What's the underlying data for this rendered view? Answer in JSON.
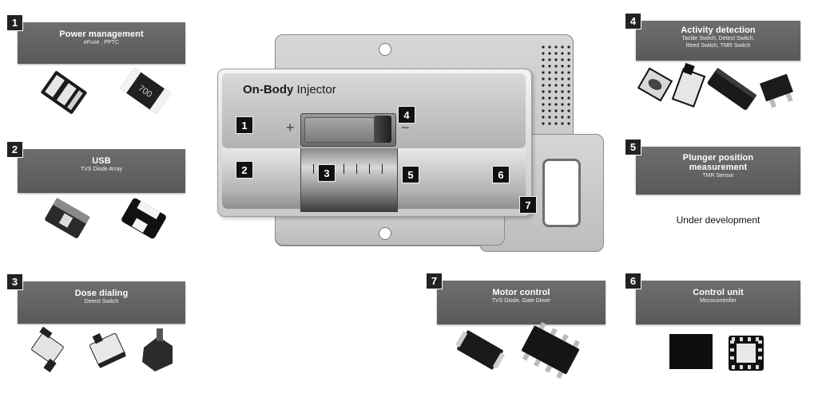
{
  "device": {
    "title_bold": "On-Body",
    "title_rest": " Injector",
    "plus": "+",
    "minus": "−",
    "markers": [
      "1",
      "2",
      "3",
      "4",
      "5",
      "6",
      "7"
    ]
  },
  "cards": [
    {
      "num": "1",
      "title": "Power management",
      "subtitle": "eFuse , PPTC",
      "chip_text": "700"
    },
    {
      "num": "2",
      "title": "USB",
      "subtitle": "TVS Diode Array"
    },
    {
      "num": "3",
      "title": "Dose dialing",
      "subtitle": "Detect Switch"
    },
    {
      "num": "4",
      "title": "Activity detection",
      "subtitle1": "Tactile Switch, Detect Switch,",
      "subtitle2": "Reed Switch, TMR Switch"
    },
    {
      "num": "5",
      "title1": "Plunger position",
      "title2": "measurement",
      "subtitle": "TMR Sensor",
      "note": "Under development"
    },
    {
      "num": "7",
      "title": "Motor control",
      "subtitle": "TVS Diode, Gate Driver"
    },
    {
      "num": "6",
      "title": "Control unit",
      "subtitle": "Microcontroller"
    }
  ]
}
